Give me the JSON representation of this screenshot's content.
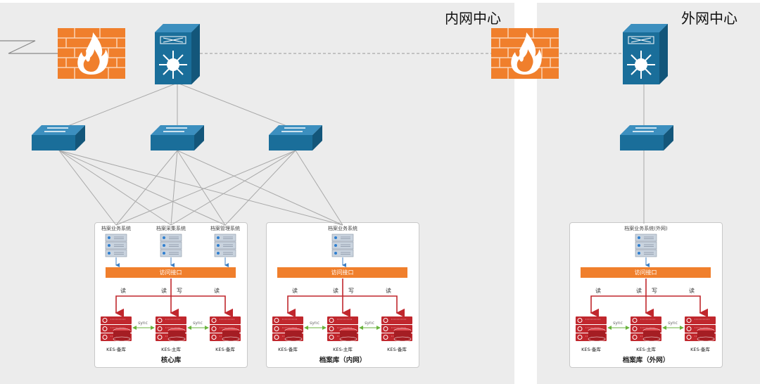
{
  "zones": {
    "internal": {
      "title": "内网中心"
    },
    "external": {
      "title": "外网中心"
    }
  },
  "panels": {
    "core": {
      "caption": "核心库",
      "server_labels": [
        "档案业务系统",
        "档案采集系统",
        "档案管理系统"
      ],
      "interface_label": "访问接口",
      "rw_labels": [
        "读",
        "读",
        "写",
        "读"
      ],
      "sync_labels": [
        "sync",
        "sync"
      ],
      "db_labels": [
        "KES-备库",
        "KES-主库",
        "KES-备库"
      ]
    },
    "archive_internal": {
      "caption": "档案库（内网）",
      "server_labels": [
        "档案业务系统"
      ],
      "interface_label": "访问接口",
      "rw_labels": [
        "读",
        "读",
        "写",
        "读"
      ],
      "sync_labels": [
        "sync",
        "sync"
      ],
      "db_labels": [
        "KES-备库",
        "KES-主库",
        "KES-备库"
      ]
    },
    "archive_external": {
      "caption": "档案库（外网）",
      "server_labels": [
        "档案业务系统(外网)"
      ],
      "interface_label": "访问接口",
      "rw_labels": [
        "读",
        "读",
        "写",
        "读"
      ],
      "sync_labels": [
        "sync",
        "sync"
      ],
      "db_labels": [
        "KES-备库",
        "KES-主库",
        "KES-备库"
      ]
    }
  },
  "colors": {
    "zone_bg": "#ececec",
    "device_blue": "#1a6e9a",
    "firewall_orange": "#f07f2c",
    "interface_orange": "#f07f2c",
    "db_red": "#c0272d",
    "line_red": "#c0272d",
    "sync_green": "#69b33d",
    "link_gray": "#a9a9a9"
  },
  "icons": [
    "firewall-icon",
    "core-switch-icon",
    "switch-icon",
    "server-icon",
    "database-icon"
  ]
}
